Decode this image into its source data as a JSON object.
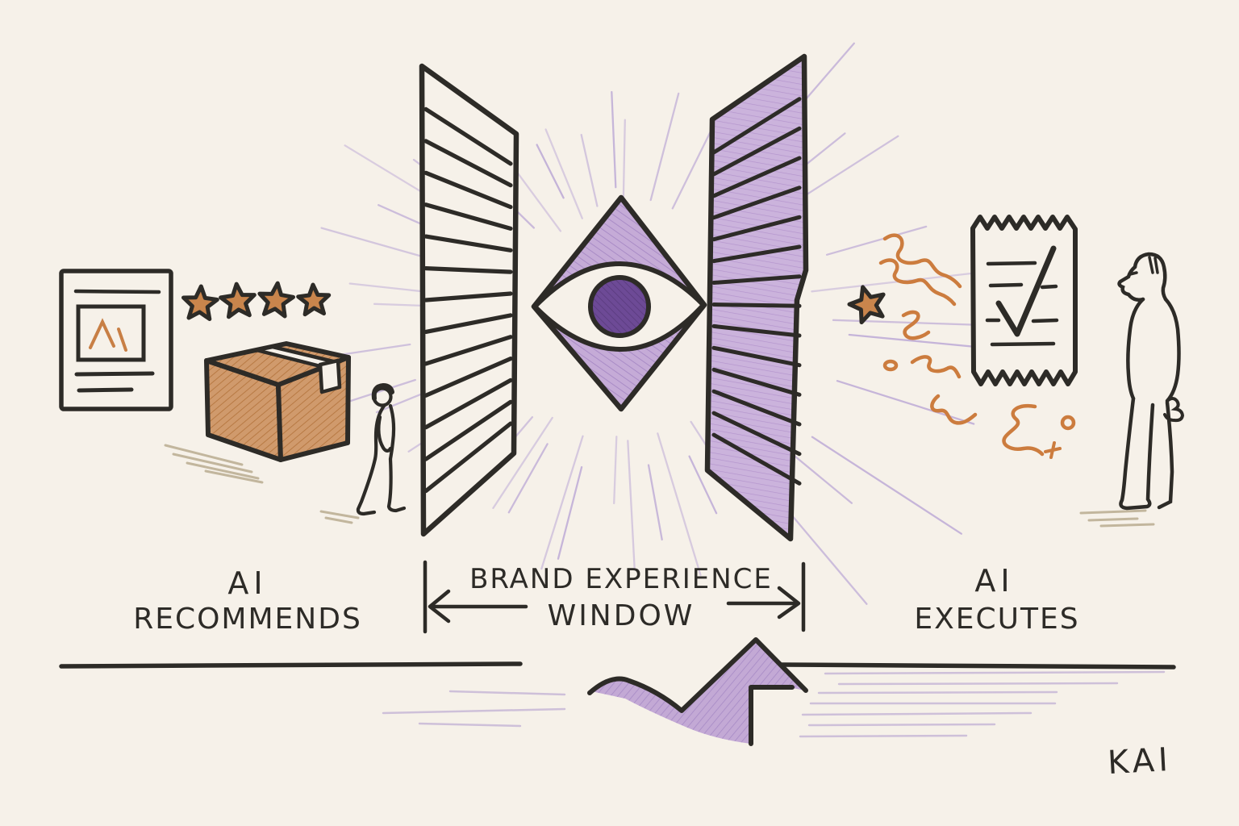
{
  "palette": {
    "paper": "#f6f1e9",
    "ink": "#2d2b27",
    "orange": "#c9854c",
    "orange_deep": "#b5763f",
    "squiggle_orange": "#cc7c3e",
    "purple_fill": "#cbb3dc",
    "purple_diamond": "#c5abd7",
    "iris_purple": "#6d4a96",
    "glow_purple": "#b09ad2",
    "streak_purple": "#b5a0cf",
    "tan_shadow": "#b6a88b"
  },
  "scene": {
    "left": {
      "label_line1": "AI",
      "label_line2": "RECOMMENDS",
      "rating_stars": 4
    },
    "center": {
      "label_line1": "BRAND EXPERIENCE",
      "label_line2": "WINDOW"
    },
    "right": {
      "label_line1": "AI",
      "label_line2": "EXECUTES",
      "result_stars": 1
    }
  },
  "signature": "KAI"
}
